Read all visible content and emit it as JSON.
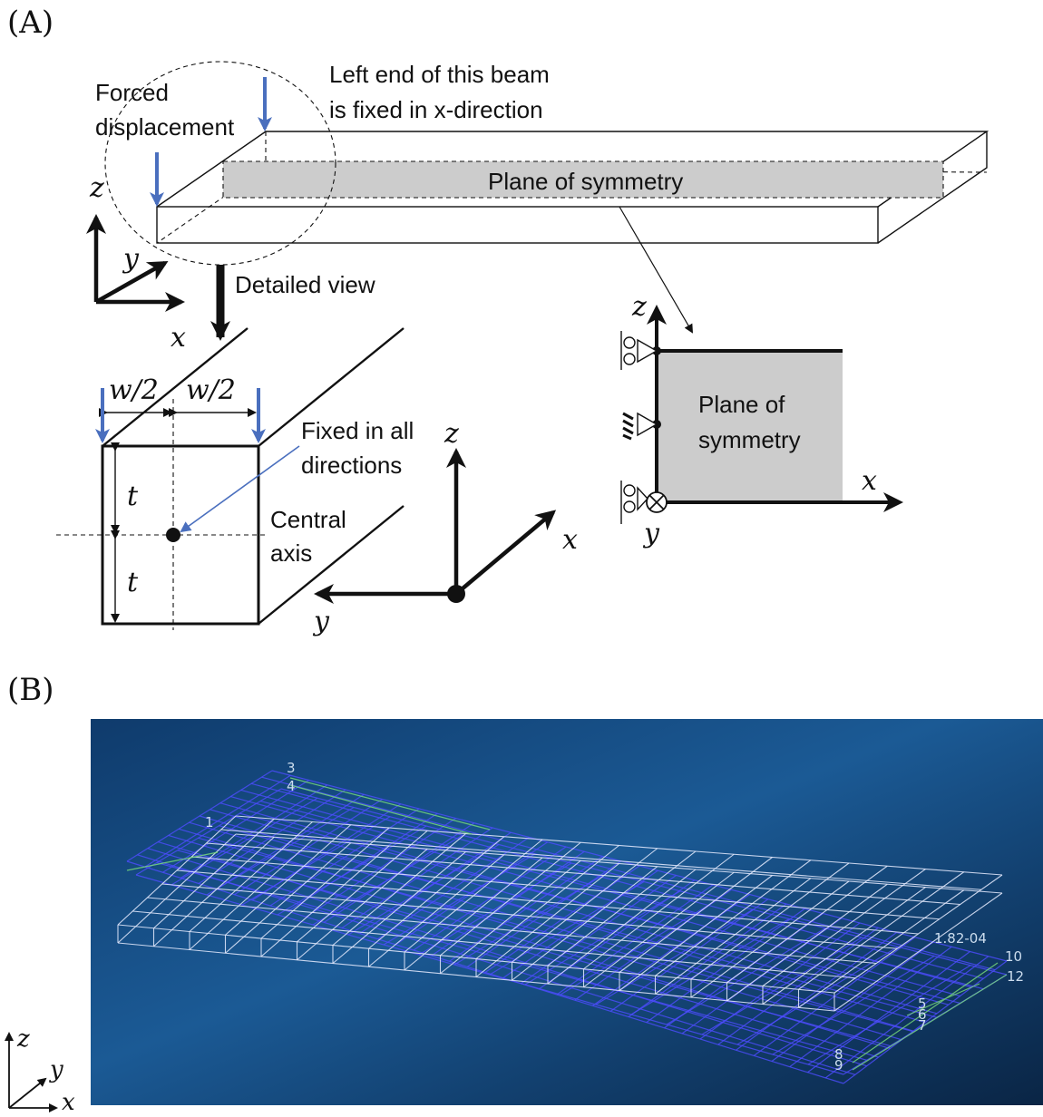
{
  "panel_a": {
    "label": "(A)",
    "forced_displacement_line1": "Forced",
    "forced_displacement_line2": "displacement",
    "left_end_line1": "Left end of this beam",
    "left_end_line2": "is fixed in x-direction",
    "plane_of_symmetry_top": "Plane of symmetry",
    "detailed_view": "Detailed view",
    "axis_z": "z",
    "axis_y": "y",
    "axis_x": "x",
    "w_half_left": "w/2",
    "w_half_right": "w/2",
    "t_upper": "t",
    "t_lower": "t",
    "fixed_line1": "Fixed in all",
    "fixed_line2": "directions",
    "central_line1": "Central",
    "central_line2": "axis",
    "right_plane_line1": "Plane of",
    "right_plane_line2": "symmetry"
  },
  "panel_b": {
    "label": "(B)",
    "mesh_value": "1.82-04",
    "axis_z": "z",
    "axis_y": "y",
    "axis_x": "x",
    "node_labels": [
      "1",
      "3",
      "4",
      "5",
      "6",
      "7",
      "8",
      "9",
      "10",
      "12"
    ]
  },
  "colors": {
    "arrow_blue": "#4a6fbe",
    "plane_gray": "#cccccc",
    "sim_bg_dark": "#0b2d52",
    "sim_bg_light": "#1f6aa8"
  }
}
